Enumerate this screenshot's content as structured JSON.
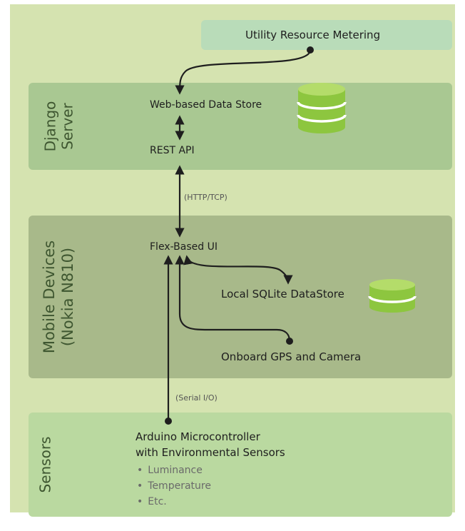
{
  "external": {
    "utility_metering": "Utility Resource Metering"
  },
  "django": {
    "label": "Django\nServer",
    "data_store": "Web-based Data Store",
    "rest_api": "REST API"
  },
  "link_django_mobile": "(HTTP/TCP)",
  "mobile": {
    "label": "Mobile Devices\n(Nokia N810)",
    "ui": "Flex-Based UI",
    "local_store": "Local SQLite DataStore",
    "gps_camera": "Onboard GPS and Camera"
  },
  "link_mobile_sensors": "(Serial I/O)",
  "sensors": {
    "label": "Sensors",
    "title_line1": "Arduino Microcontroller",
    "title_line2": "with Environmental Sensors",
    "items": [
      "Luminance",
      "Temperature",
      "Etc."
    ]
  },
  "colors": {
    "frame": "#d5e3b0",
    "utility_panel": "#b9dcb9",
    "django_panel": "#a9c892",
    "mobile_panel": "#a8b98a",
    "sensors_panel": "#bad9a0",
    "database_icon": "#8dc63f",
    "arrows": "#1e1e1e"
  }
}
